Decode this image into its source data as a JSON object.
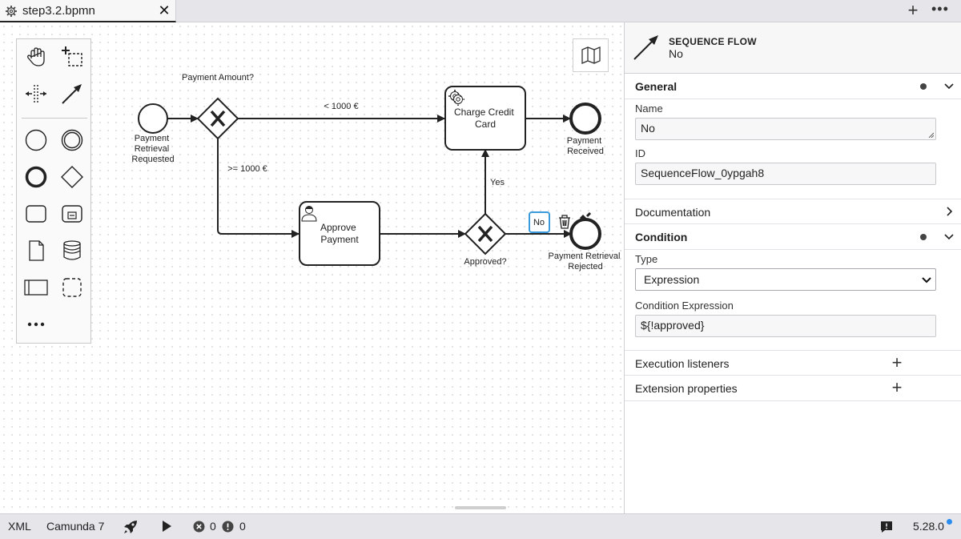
{
  "tabbar": {
    "tab_title": "step3.2.bpmn",
    "close_symbol": "✕",
    "new_tab_symbol": "+",
    "more_symbol": "•••"
  },
  "diagram": {
    "labels": {
      "start_event": [
        "Payment",
        "Retrieval",
        "Requested"
      ],
      "gateway_amount": "Payment Amount?",
      "flow_low": "< 1000 €",
      "flow_high": ">= 1000 €",
      "task_charge": [
        "Charge Credit",
        "Card"
      ],
      "end_received": [
        "Payment",
        "Received"
      ],
      "task_approve": [
        "Approve",
        "Payment"
      ],
      "gateway_approved": "Approved?",
      "flow_yes": "Yes",
      "flow_no": "No",
      "end_rejected": [
        "Payment Retrieval",
        "Rejected"
      ]
    }
  },
  "panel": {
    "header": {
      "type": "SEQUENCE FLOW",
      "name": "No"
    },
    "groups": {
      "general": "General",
      "documentation": "Documentation",
      "condition": "Condition",
      "execution_listeners": "Execution listeners",
      "extension_properties": "Extension properties"
    },
    "fields": {
      "name_label": "Name",
      "name_value": "No",
      "id_label": "ID",
      "id_value": "SequenceFlow_0ypgah8",
      "type_label": "Type",
      "type_value": "Expression",
      "expression_label": "Condition Expression",
      "expression_value": "${!approved}"
    }
  },
  "statusbar": {
    "xml": "XML",
    "platform": "Camunda 7",
    "errors": "0",
    "warnings": "0",
    "version": "5.28.0"
  },
  "colors": {
    "selection": "#3b9ad9",
    "update_dot": "#2b8cf0"
  }
}
